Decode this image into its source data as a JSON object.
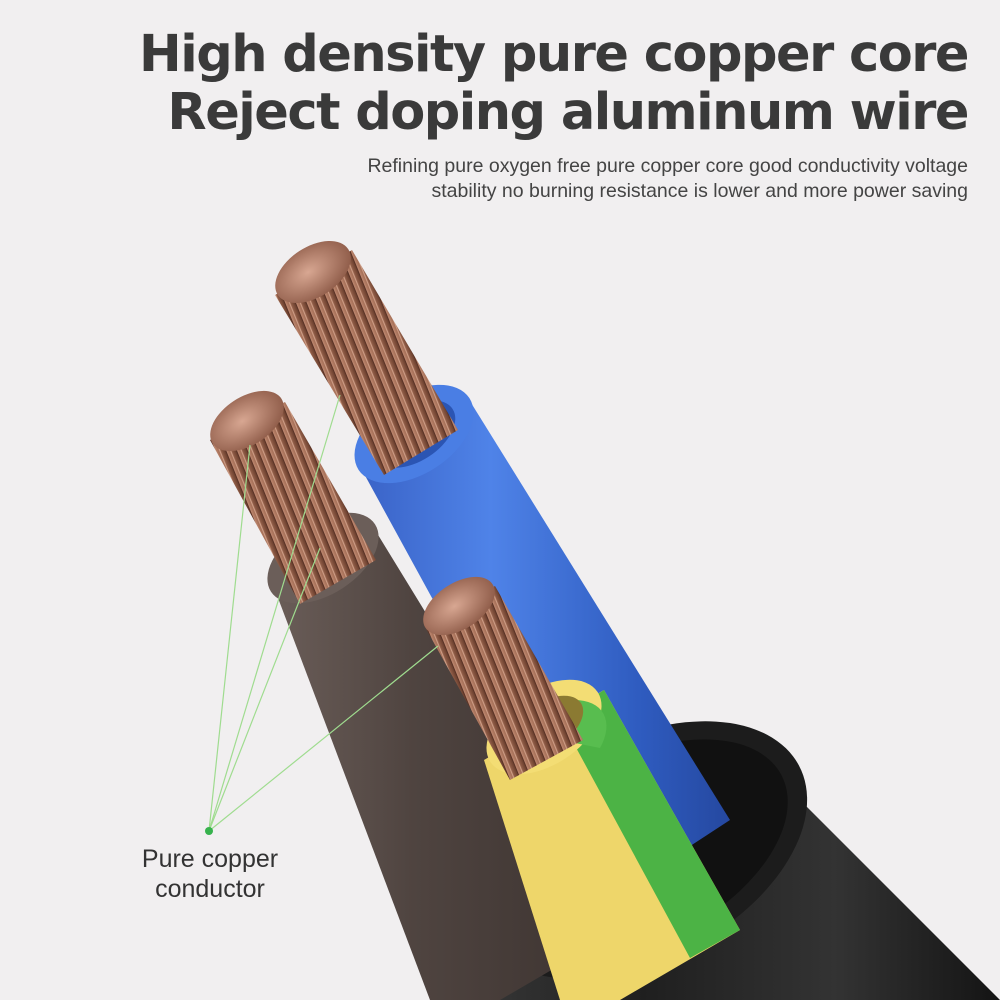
{
  "headline": {
    "line1": "High density pure copper core",
    "line2": "Reject doping aluminum wire"
  },
  "subline": {
    "line1": "Refining pure oxygen free pure copper core good conductivity voltage",
    "line2": "stability no burning resistance is lower and more power saving"
  },
  "callout": {
    "line1": "Pure copper",
    "line2": "conductor"
  },
  "colors": {
    "background": "#f1eff0",
    "outer_jacket": "#2a2a2a",
    "blue_insulation": "#3d6fd6",
    "brown_insulation": "#5a4e4a",
    "earth_yellow": "#eed66a",
    "earth_green": "#52b54a",
    "copper": "#b77f63",
    "callout_line": "#9fdc8f",
    "callout_dot": "#37b24d"
  }
}
